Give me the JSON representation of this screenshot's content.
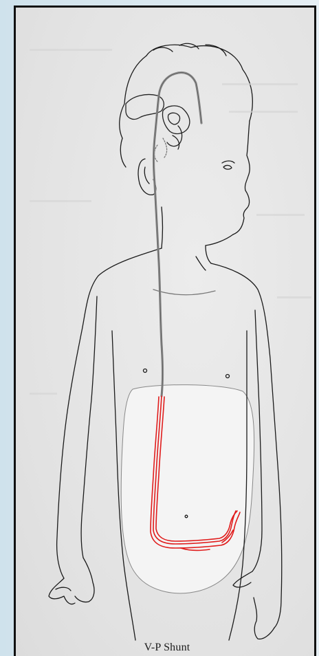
{
  "figure": {
    "caption": "V-P Shunt",
    "colors": {
      "background": "#e9e9e9",
      "outline": "#1a1a1a",
      "abdomen_highlight": "#f4f4f4",
      "shunt_catheter": "#8c8c8c",
      "peritoneal_catheter": "#e01b1b"
    },
    "elements": [
      "child-figure",
      "ventricles",
      "shunt-catheter",
      "abdomen-region",
      "peritoneal-catheter"
    ]
  }
}
